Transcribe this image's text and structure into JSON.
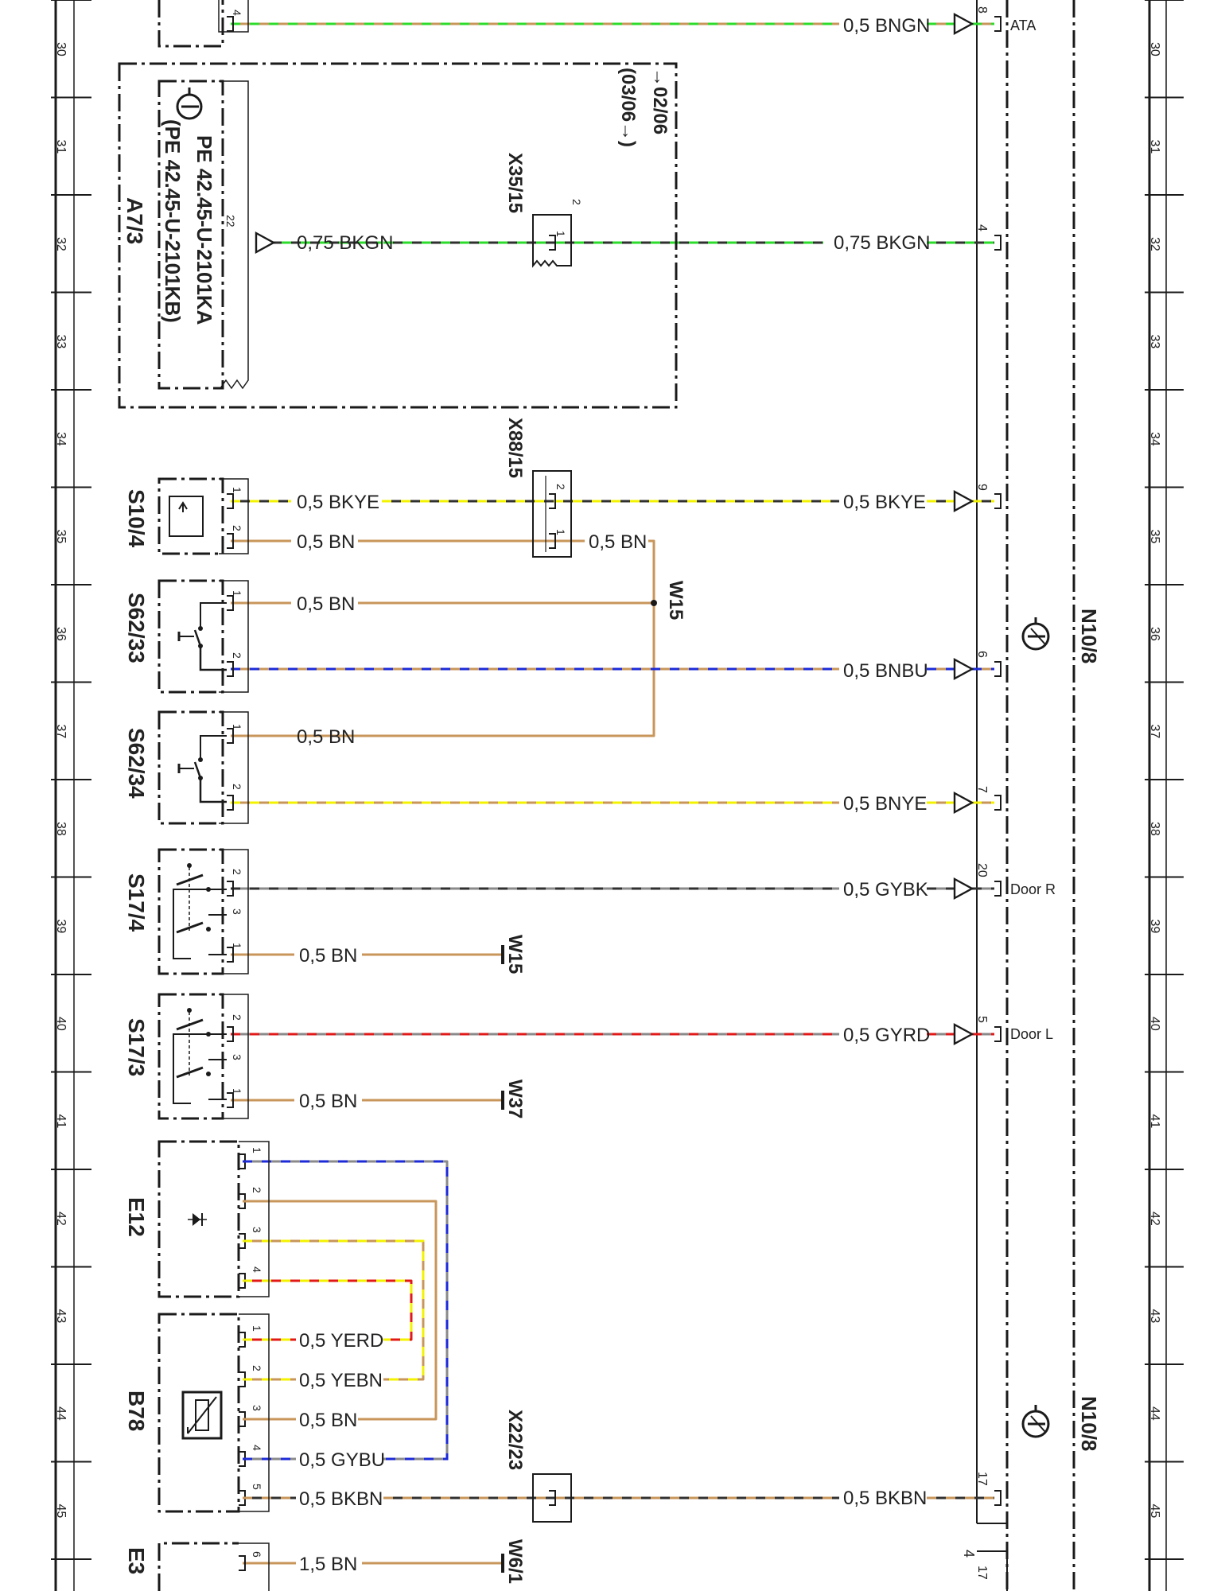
{
  "grid": {
    "row_numbers": [
      "30",
      "31",
      "32",
      "33",
      "34",
      "35",
      "36",
      "37",
      "38",
      "39",
      "40",
      "41",
      "42",
      "43",
      "44",
      "45"
    ]
  },
  "colors": {
    "BN": "#c8965a",
    "GN": "#2bdc2b",
    "BK": "#303030",
    "YE": "#f3f300",
    "BU": "#1c2ad8",
    "GY": "#8a8a8a",
    "RD": "#e21818",
    "frame": "#1a1a1a"
  },
  "modules": {
    "a73": {
      "label": "A7/3",
      "date_range": "→02/06",
      "date_range_2": "(03/06→)",
      "ref_1": "PE 42.45-U-2101KA",
      "ref_2": "(PE 42.45-U-2101KB)"
    },
    "n108": {
      "label_upper": "N10/8",
      "label_lower": "N10/8"
    },
    "s104": {
      "label": "S10/4"
    },
    "s6233": {
      "label": "S62/33"
    },
    "s6234": {
      "label": "S62/34"
    },
    "s174": {
      "label": "S17/4"
    },
    "s173": {
      "label": "S17/3"
    },
    "e12": {
      "label": "E12"
    },
    "b78": {
      "label": "B78"
    },
    "e3": {
      "label": "E3"
    }
  },
  "connectors": {
    "x3515": "X35/15",
    "x8815": "X88/15",
    "x2223": "X22/23"
  },
  "nodes": {
    "w15_splice": "W15",
    "w15_ground": "W15",
    "w37_ground": "W37",
    "w61_ground": "W6/1"
  },
  "wires": {
    "w1": {
      "label": "0,5 BNGN",
      "right_pin": "8",
      "signal": "ATA",
      "left_pin": "4"
    },
    "w2": {
      "label_left": "0,75 BKGN",
      "label_right": "0,75 BKGN",
      "left_pin": "22",
      "right_pin": "4",
      "conn_pin_a": "1",
      "conn_pin_b": "2"
    },
    "w3": {
      "label_left": "0,5 BKYE",
      "label_right": "0,5 BKYE",
      "left_pin": "1",
      "right_pin": "9",
      "conn_pin": "2"
    },
    "w4": {
      "label_left": "0,5 BN",
      "label_right": "0,5 BN",
      "left_pin": "2",
      "conn_pin": "1"
    },
    "w5": {
      "label": "0,5 BN",
      "left_pin": "1"
    },
    "w6": {
      "label": "0,5 BNBU",
      "left_pin": "2",
      "right_pin": "6"
    },
    "w7": {
      "label": "0,5 BN",
      "left_pin": "1"
    },
    "w8": {
      "label": "0,5 BNYE",
      "left_pin": "2",
      "right_pin": "7"
    },
    "w9": {
      "label": "0,5 GYBK",
      "left_pin": "2",
      "right_pin": "20",
      "signal": "Door R"
    },
    "w10": {
      "label": "0,5 BN",
      "left_pin": "1",
      "unused_pin": "3"
    },
    "w11": {
      "label": "0,5 GYRD",
      "left_pin": "2",
      "right_pin": "5",
      "signal": "Door L"
    },
    "w12": {
      "label": "0,5 BN",
      "left_pin": "1",
      "unused_pin": "3"
    },
    "e12_pins": [
      "1",
      "2",
      "3",
      "4"
    ],
    "b78": [
      {
        "pin": "1",
        "label": "0,5 YERD"
      },
      {
        "pin": "2",
        "label": "0,5 YEBN"
      },
      {
        "pin": "3",
        "label": "0,5 BN"
      },
      {
        "pin": "4",
        "label": "0,5 GYBU"
      },
      {
        "pin": "5",
        "label": "0,5 BKBN"
      }
    ],
    "w_b78_5": {
      "label_right": "0,5 BKBN",
      "right_pin": "17"
    },
    "w_e3": {
      "label": "1,5 BN",
      "left_pin": "6",
      "right_pin_top": "4",
      "right_pin_bottom": "17"
    }
  }
}
